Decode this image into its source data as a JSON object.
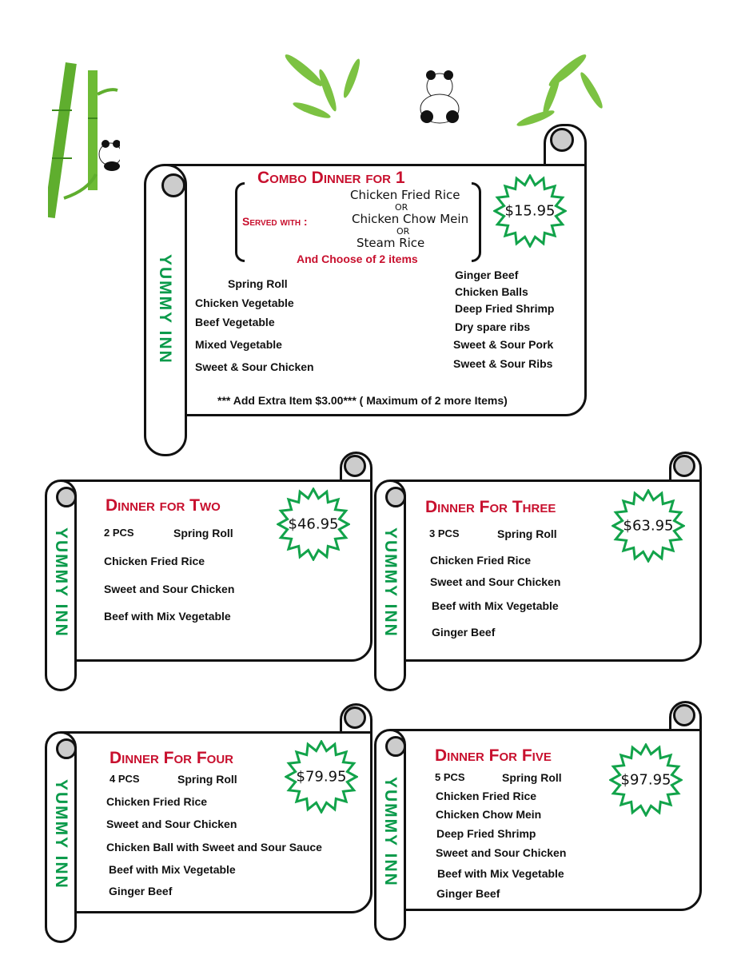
{
  "brand": "YUMMY INN",
  "colors": {
    "title": "#c8102e",
    "brand": "#0a9a4a",
    "star": "#12a34a"
  },
  "combo": {
    "title": "Combo Dinner for 1",
    "served_with": "Served with :",
    "options": [
      "Chicken Fried Rice",
      "OR",
      "Chicken Chow Mein",
      "OR",
      "Steam Rice"
    ],
    "choose": "And Choose of 2 items",
    "price": "$15.95",
    "left_items": [
      "Spring Roll",
      "Chicken Vegetable",
      "Beef Vegetable",
      "Mixed Vegetable",
      "Sweet & Sour Chicken"
    ],
    "right_items": [
      "Ginger Beef",
      "Chicken Balls",
      "Deep Fried Shrimp",
      "Dry spare ribs",
      "Sweet & Sour Pork",
      "Sweet & Sour Ribs"
    ],
    "note": "*** Add Extra Item $3.00*** ( Maximum of 2 more Items)"
  },
  "two": {
    "title": "Dinner for Two",
    "price": "$46.95",
    "pcs": "2 PCS",
    "items": [
      "Spring Roll",
      "Chicken Fried Rice",
      "Sweet and Sour Chicken",
      "Beef with Mix Vegetable"
    ]
  },
  "three": {
    "title": "Dinner For Three",
    "price": "$63.95",
    "pcs": "3 PCS",
    "items": [
      "Spring Roll",
      "Chicken Fried  Rice",
      "Sweet and Sour Chicken",
      "Beef with Mix Vegetable",
      "Ginger Beef"
    ]
  },
  "four": {
    "title": "Dinner For Four",
    "price": "$79.95",
    "pcs": "4 PCS",
    "items": [
      "Spring Roll",
      "Chicken Fried Rice",
      "Sweet and Sour Chicken",
      "Chicken Ball with Sweet and Sour Sauce",
      "Beef with Mix Vegetable",
      "Ginger Beef"
    ]
  },
  "five": {
    "title": "Dinner For Five",
    "price": "$97.95",
    "pcs": "5 PCS",
    "items": [
      "Spring Roll",
      "Chicken Fried Rice",
      "Chicken Chow Mein",
      "Deep Fried Shrimp",
      "Sweet and Sour Chicken",
      "Beef with Mix Vegetable",
      "Ginger Beef"
    ]
  }
}
